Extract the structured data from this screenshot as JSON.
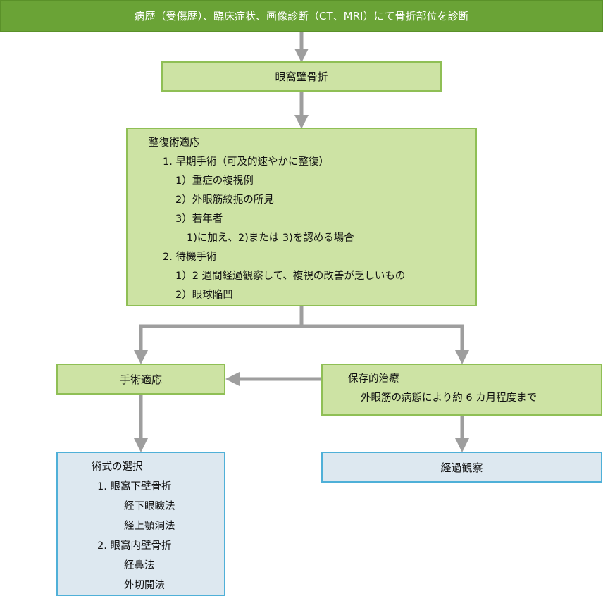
{
  "top": {
    "label": "病歴（受傷歴）、臨床症状、画像診断（CT、MRI）にて骨折部位を診断"
  },
  "fracture": {
    "label": "眼窩壁骨折"
  },
  "indication": {
    "lines": [
      "整復術適応",
      "1. 早期手術（可及的速やかに整復）",
      "1）重症の複視例",
      "2）外眼筋絞扼の所見",
      "3）若年者",
      "1)に加え、2)または 3)を認める場合",
      "2. 待機手術",
      "1）2 週間経過観察して、複視の改善が乏しいもの",
      "2）眼球陥凹"
    ]
  },
  "surgery": {
    "label": "手術適応"
  },
  "conservative": {
    "lines": [
      "保存的治療",
      "外眼筋の病態により約 6 カ月程度まで"
    ]
  },
  "procedure": {
    "lines": [
      "術式の選択",
      "1. 眼窩下壁骨折",
      "経下眼瞼法",
      "経上顎洞法",
      "2. 眼窩内壁骨折",
      "経鼻法",
      "外切開法"
    ]
  },
  "followup": {
    "label": "経過観察"
  },
  "colors": {
    "top_fill": "#6aa336",
    "green_fill": "#cde3a4",
    "green_border": "#8fbf55",
    "blue_fill": "#dde8f0",
    "blue_border": "#4fb0d8",
    "arrow": "#9e9e9e"
  }
}
